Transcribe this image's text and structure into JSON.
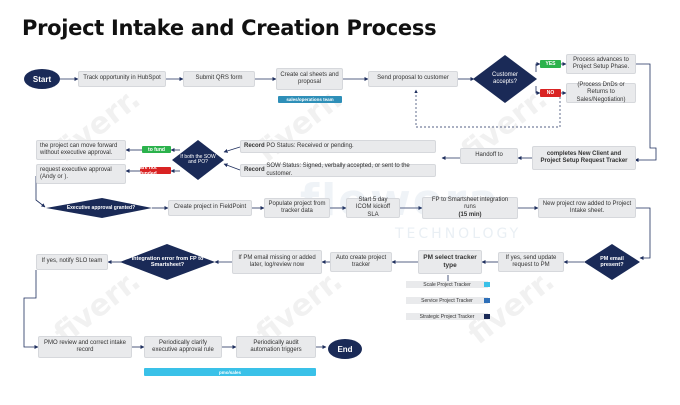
{
  "title": "Project Intake and Creation Process",
  "colors": {
    "navy": "#1a2a57",
    "box": "#e9eaec",
    "green": "#2bb24c",
    "red": "#d92323",
    "cyan": "#3ac1e8",
    "teal": "#2e8fb8",
    "line": "#1f2f5e"
  },
  "nodes": {
    "start": "Start",
    "end": "End",
    "track": "Track opportunity in HubSpot",
    "submit_qrs": "Submit QRS form",
    "create_sheet": "Create cal sheets and proposal",
    "send_proposal": "Send proposal to customer",
    "customer_accepts": "Customer accepts?",
    "yes": "YES",
    "no": "NO",
    "advance": "Process advances to Project Setup Phase.",
    "process_dnds": "(Process DnDs or Returns to Sales/Negotiation)",
    "complete_tracker": "completes New Client and Project Setup Request Tracker",
    "handoff": "Handoff to",
    "po_status": "PO Status: Received or pending.",
    "po_label": "Record",
    "sow_status": "SOW Status: Signed, verbally accepted, or sent to the customer.",
    "sow_label": "Record",
    "both_received": "If both the SOW and PO?",
    "to_fund": "to fund",
    "not_funded": "are not funded",
    "move_forward": "the project can move forward without executive approval.",
    "request_approval": "request executive approval (Andy or ).",
    "exec_granted": "Executive approval granted?",
    "create_fieldpoint": "Create project in FieldPoint",
    "populate": "Populate project from tracker data",
    "start_sla": "Start 5 day ICOM kickoff SLA",
    "fp_integration": "FP to Smartsheet integration runs",
    "fp_integration_time": "(15 min)",
    "new_row": "New project row added to Project Intake sheet.",
    "pm_email": "PM email present?",
    "if_yes_send": "If yes, send update request to PM",
    "pm_select": "PM select tracker type",
    "scale_tracker": "Scale Project Tracker",
    "service_tracker": "Service Project Tracker",
    "strategic_tracker": "Strategic Project Tracker",
    "auto_create": "Auto create project tracker",
    "if_pm_missing": "If PM email missing or added later, log/review now",
    "integration_error": "Integration error from FP to Smartsheet?",
    "if_yes_notify": "If yes, notify SLO team",
    "pmo_review": "PMO review and correct intake record",
    "clarify": "Periodically clarify executive approval rule",
    "audits": "Periodically audit automation triggers",
    "sales_team_tag": "sales/operations team",
    "bottom_tag": "pmo/sales"
  },
  "watermarks": {
    "fiverr": "fiverr.",
    "brand": "flewera",
    "brand_sub": "TECHNOLOGY"
  }
}
